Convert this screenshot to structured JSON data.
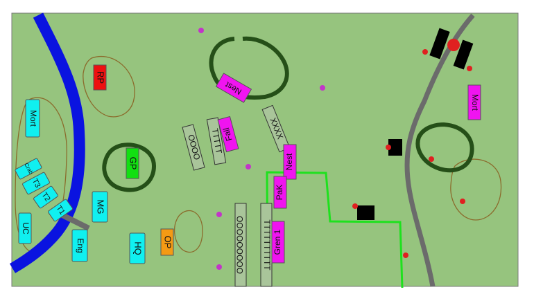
{
  "map": {
    "colors": {
      "field": "#96c47e",
      "border": "#7a7a7a",
      "river": "#0a13e0",
      "road": "#6b6b6b",
      "path": "#1ee11e",
      "ring": "#254f18",
      "outline": "#8b6b2c",
      "dot_purple": "#c235c8",
      "dot_red": "#e02020",
      "building": "#000000",
      "cyan": "#10f0f0",
      "magenta": "#f014f0",
      "red": "#ee1010",
      "green": "#12e012",
      "orange": "#f49a14",
      "rack": "#a9c59a"
    },
    "labels": {
      "rp": "RP",
      "gp": "GP",
      "op": "OP",
      "mort_left": "Mort",
      "crab": "Crab",
      "t3": "T3",
      "t2": "T2",
      "t1": "T1",
      "uc": "UC",
      "mg": "MG",
      "eng": "Eng",
      "hq": "HQ",
      "nest_top": "Nest",
      "fall": "Fall",
      "nest_mid": "Nest",
      "pak": "PaK",
      "gren": "Gren 1",
      "mort_right": "Mort"
    },
    "racks": {
      "oooo": "OOOO",
      "ttttt": "TTTTT",
      "xxxx": "XXXX",
      "ooooooooo": "OOOOOOOOO",
      "tttttttttt": "TTTTTTTTTT"
    }
  }
}
